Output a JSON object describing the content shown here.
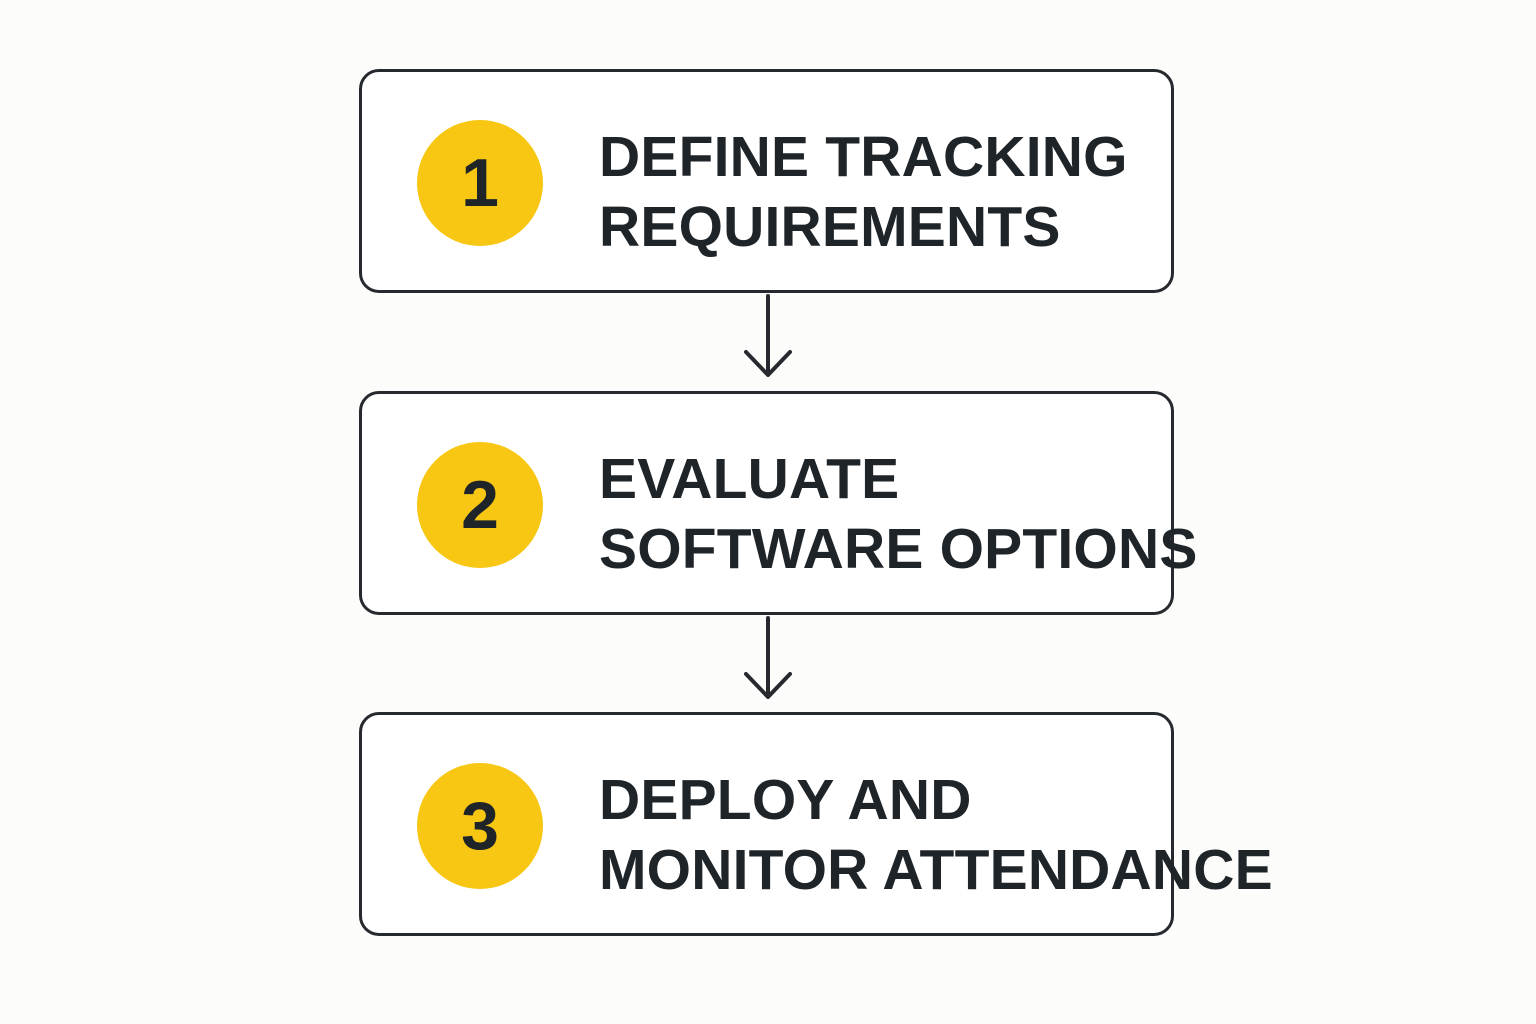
{
  "steps": [
    {
      "number": "1",
      "lines": [
        "DEFINE TRACKING",
        "REQUIREMENTS"
      ]
    },
    {
      "number": "2",
      "lines": [
        "EVALUATE",
        "SOFTWARE OPTIONS"
      ]
    },
    {
      "number": "3",
      "lines": [
        "DEPLOY AND",
        "MONITOR ATTENDANCE"
      ]
    }
  ],
  "colors": {
    "accent": "#f7c713",
    "text": "#1f2429",
    "border": "#262a2e",
    "background": "#fcfcfb"
  },
  "icons": {
    "connector": "arrow-down-icon"
  }
}
